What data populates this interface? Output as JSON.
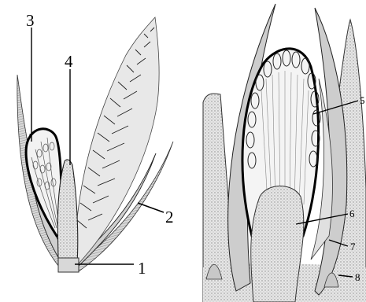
{
  "left_figure": {
    "labels": [
      "3",
      "4",
      "2",
      "1"
    ]
  },
  "right_figure": {
    "labels": [
      "5",
      "6",
      "7",
      "8"
    ]
  },
  "colors": {
    "ink": "#000000",
    "tissue": "#b8b8b8",
    "tissue_light": "#e2e2e2",
    "background": "#ffffff"
  }
}
